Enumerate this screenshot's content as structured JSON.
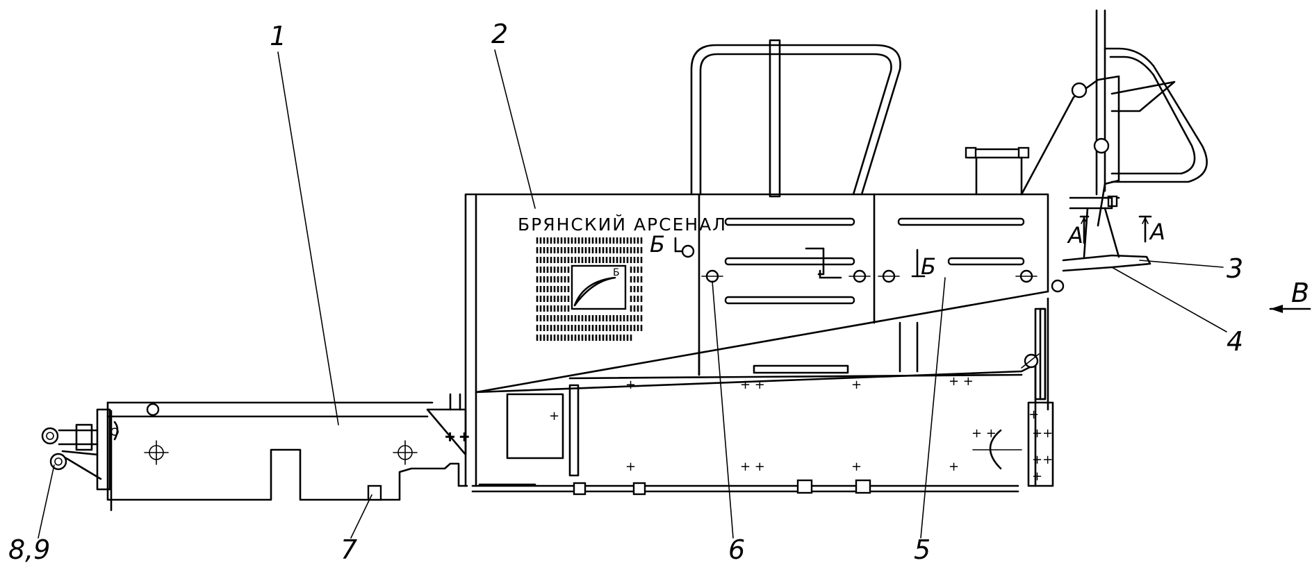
{
  "drawing": {
    "brand_text": "БРЯНСКИЙ АРСЕНАЛ",
    "logo_letter": "Б",
    "view_label": "В",
    "section_marks": {
      "a_left": "А",
      "a_right": "А",
      "b_upper": "Б",
      "b_lower": "Б"
    },
    "callouts": {
      "c1": "1",
      "c2": "2",
      "c3": "3",
      "c4": "4",
      "c5": "5",
      "c6": "6",
      "c7": "7",
      "c89": "8,9"
    }
  }
}
